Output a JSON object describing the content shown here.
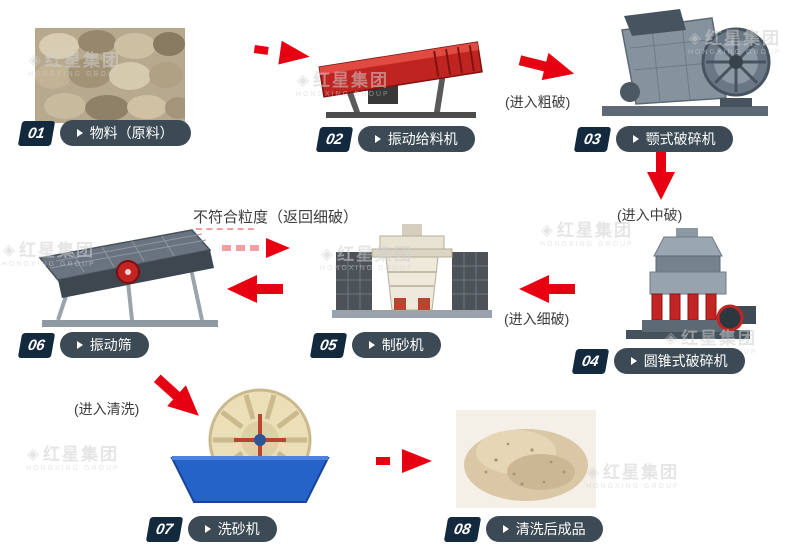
{
  "watermark": {
    "brand": "红星集团",
    "sub": "HONGXING GROUP"
  },
  "nodes": [
    {
      "num": "01",
      "label": "物料（原料）",
      "image": "raw-material-rocks-photo"
    },
    {
      "num": "02",
      "label": "振动给料机",
      "image": "vibrating-feeder-illustration"
    },
    {
      "num": "03",
      "label": "颚式破碎机",
      "image": "jaw-crusher-illustration"
    },
    {
      "num": "04",
      "label": "圆锥式破碎机",
      "image": "cone-crusher-illustration"
    },
    {
      "num": "05",
      "label": "制砂机",
      "image": "sand-making-machine-illustration"
    },
    {
      "num": "06",
      "label": "振动筛",
      "image": "vibrating-screen-illustration"
    },
    {
      "num": "07",
      "label": "洗砂机",
      "image": "sand-washer-illustration"
    },
    {
      "num": "08",
      "label": "清洗后成品",
      "image": "washed-sand-photo"
    }
  ],
  "edges": [
    {
      "from": "01",
      "to": "02",
      "style": "dashed",
      "label": ""
    },
    {
      "from": "02",
      "to": "03",
      "style": "solid",
      "label": "(进入粗破)"
    },
    {
      "from": "03",
      "to": "04",
      "style": "solid",
      "label": "(进入中破)"
    },
    {
      "from": "04",
      "to": "05",
      "style": "solid",
      "label": "(进入细破)"
    },
    {
      "from": "05",
      "to": "06",
      "style": "solid",
      "label": ""
    },
    {
      "from": "06",
      "to": "05",
      "style": "dashed",
      "label": "不符合粒度（返回细破）"
    },
    {
      "from": "06",
      "to": "07",
      "style": "solid",
      "label": "(进入清洗)"
    },
    {
      "from": "07",
      "to": "08",
      "style": "dashed",
      "label": ""
    }
  ],
  "colors": {
    "arrow_red": "#e60012",
    "arrow_dash_light": "#f0a0a0",
    "pill_bg": "#3b4a54",
    "num_bg": "#13293e",
    "annotation_text": "#3c3c3c",
    "watermark": "#d0d0d0",
    "background": "#ffffff"
  }
}
